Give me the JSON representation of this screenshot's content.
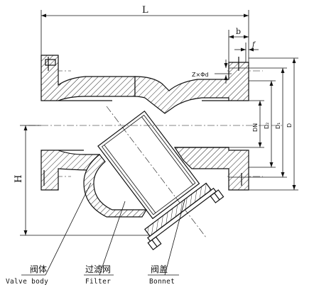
{
  "dimensions": {
    "L": "L",
    "b": "b",
    "f": "f",
    "hole": "Z×Φd",
    "DN": "DN",
    "D2": "D₂",
    "D1": "D₁",
    "D": "D",
    "H": "H"
  },
  "labels": [
    {
      "cn": "阀体",
      "en": "Valve body"
    },
    {
      "cn": "过滤网",
      "en": "Filter"
    },
    {
      "cn": "阀盖",
      "en": "Bonnet"
    }
  ]
}
